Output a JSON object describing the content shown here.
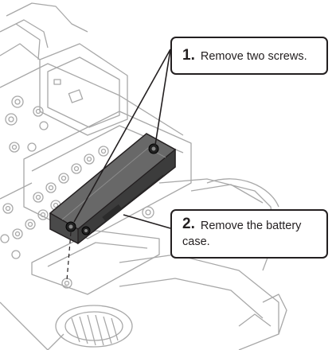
{
  "callouts": [
    {
      "number": "1.",
      "text": "Remove two screws."
    },
    {
      "number": "2.",
      "text": "Remove the battery case."
    }
  ],
  "colors": {
    "ink": "#231f20",
    "device_line": "#aaaaaa",
    "case_fill": "#555555"
  }
}
